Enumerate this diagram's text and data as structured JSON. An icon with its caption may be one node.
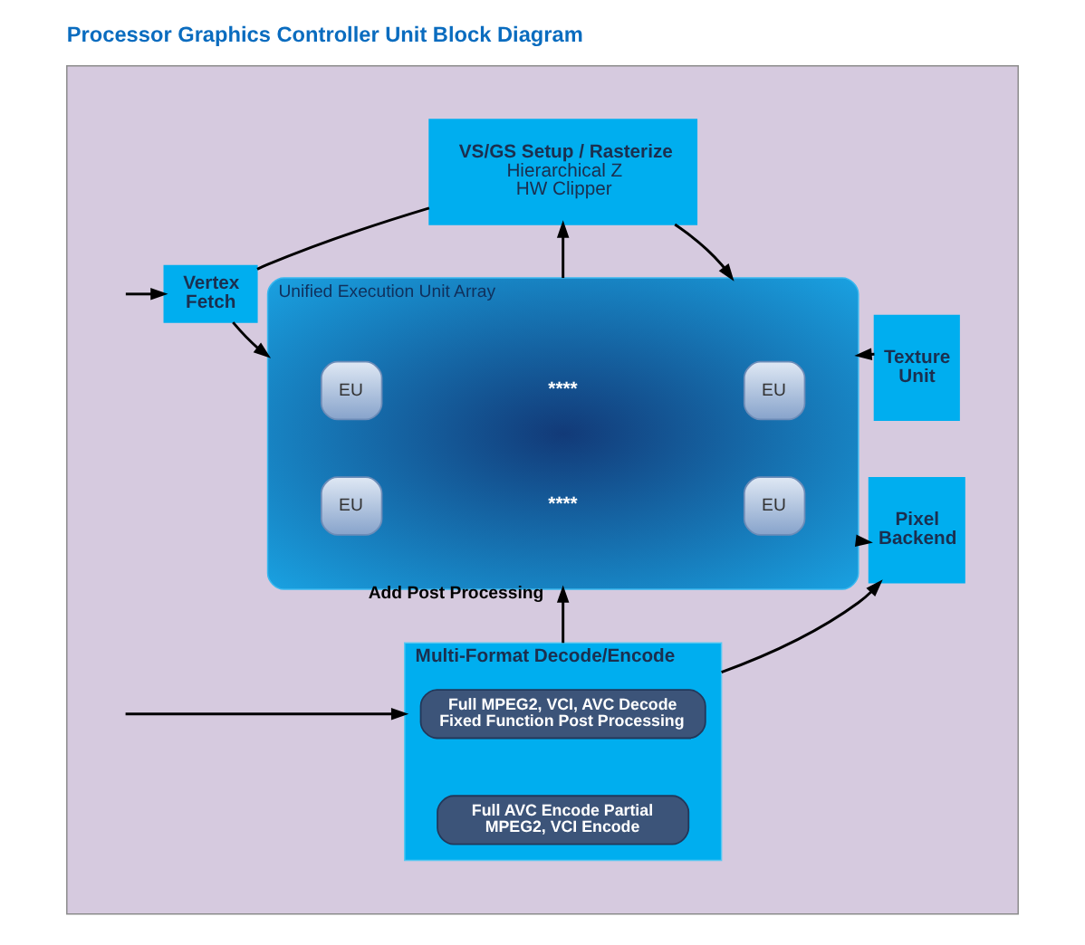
{
  "diagram": {
    "title": "Processor Graphics Controller Unit Block Diagram",
    "nodes": [
      {
        "text": [],
        "shape": "box"
      },
      {
        "text": [
          "Vertex Fetch"
        ],
        "in": 0
      },
      {
        "text": [
          "VS/GS Setup / Rasterize",
          "Hierarchical Z HW Clipper"
        ],
        "in": 0
      },
      {
        "text": [
          "Unified Execution Unit Array"
        ],
        "in": 0
      },
      {
        "text": [
          "EU"
        ],
        "in": 3
      },
      {
        "text": [
          "EU"
        ],
        "in": 3
      },
      {
        "text": [
          "EU"
        ],
        "in": 3
      },
      {
        "text": [
          "EU"
        ],
        "in": 3
      },
      {
        "text": [
          "Texture Unit"
        ],
        "in": 0
      },
      {
        "text": [
          "Pixel Backend"
        ],
        "in": 0
      },
      {
        "text": [
          "Multi-Format Decode/Encode"
        ],
        "in": 0
      },
      {
        "text": [
          "Full MPEG2, VCI, AVC Decode Fixed Function Post Processing"
        ],
        "in": 10
      },
      {
        "text": [
          "Full AVC Encode Partial MPEG2, VCI Encode"
        ],
        "in": 10
      }
    ],
    "edges": [
      {
        "from": null,
        "to": 1,
        "arrow": "to"
      },
      {
        "from": 1,
        "to": 2,
        "arrow": "none"
      },
      {
        "from": 1,
        "to": 3,
        "arrow": "to"
      },
      {
        "from": 2,
        "to": 3,
        "arrow": "to"
      },
      {
        "from": 3,
        "to": 2,
        "arrow": "to"
      },
      {
        "from": 8,
        "to": 3,
        "arrow": "to"
      },
      {
        "from": 3,
        "to": 9,
        "arrow": "to"
      },
      {
        "from": 10,
        "to": 3,
        "arrow": "to",
        "label": "Add Post Processing"
      },
      {
        "from": 10,
        "to": 9,
        "arrow": "to"
      },
      {
        "from": null,
        "to": 10,
        "arrow": "to"
      }
    ],
    "labels": [
      "****",
      "****"
    ]
  }
}
